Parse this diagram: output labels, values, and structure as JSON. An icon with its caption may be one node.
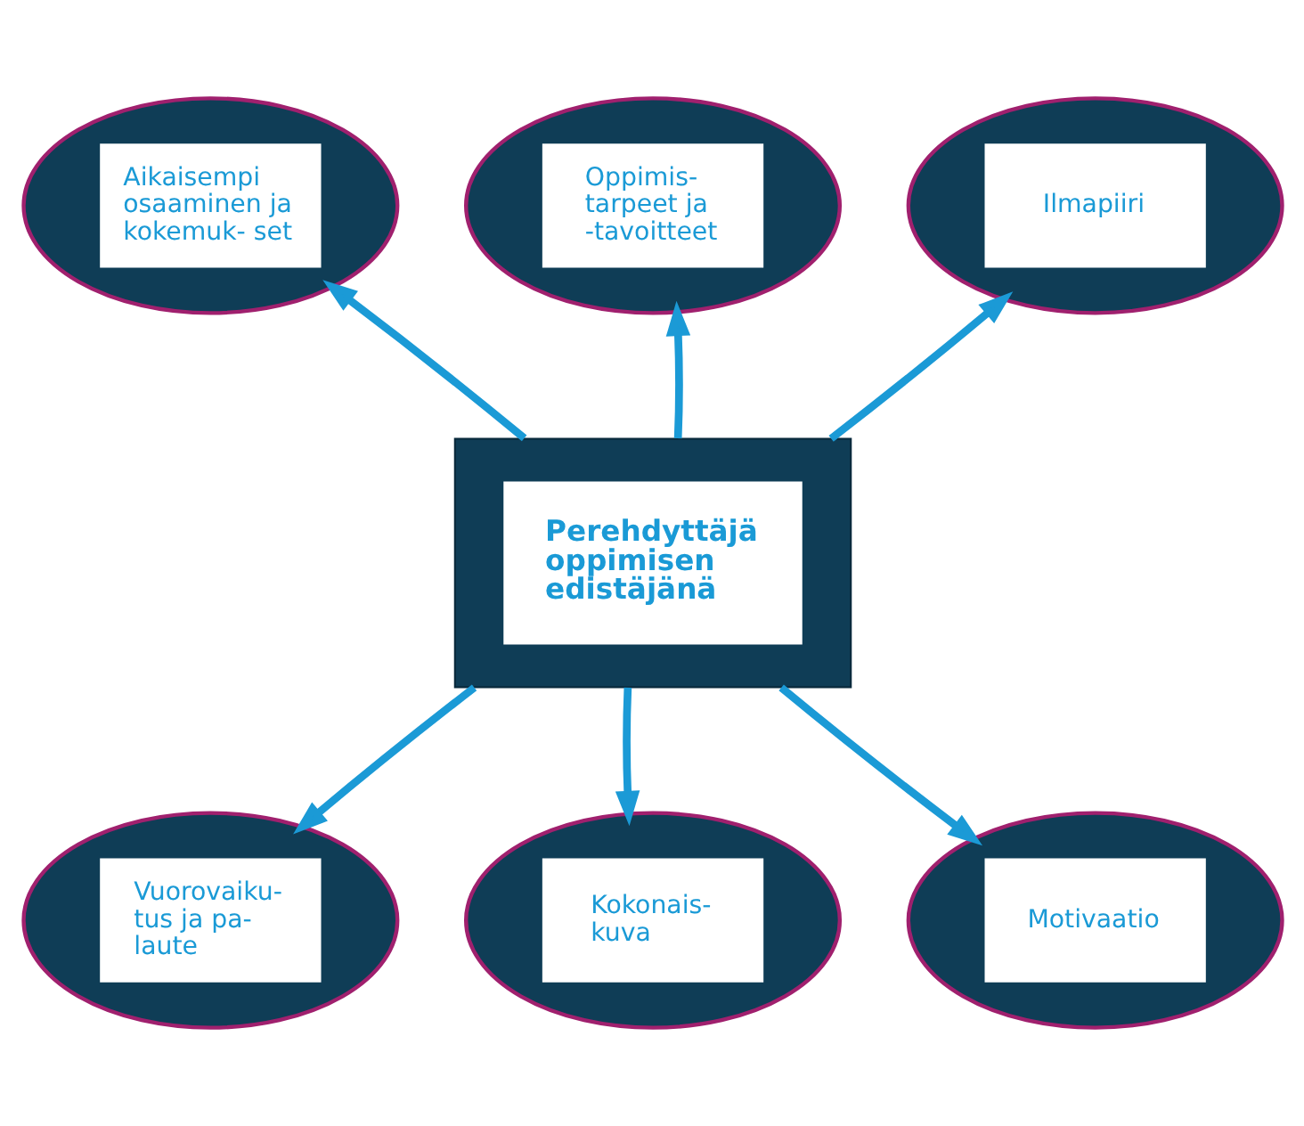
{
  "diagram": {
    "nodes": [
      {
        "text": [
          "Aikaisempi osaaminen ja kokemuk- set"
        ]
      },
      {
        "text": [
          "Oppimis- tarpeet ja -tavoitteet"
        ]
      },
      {
        "text": [
          "Ilmapiiri"
        ]
      },
      {
        "text": [
          "Perehdyttäjä oppimisen edistäjänä"
        ]
      },
      {
        "text": [
          "Vuorovaiku- tus ja pa- laute"
        ]
      },
      {
        "text": [
          "Kokonais- kuva"
        ]
      },
      {
        "text": [
          "Motivaatio"
        ]
      }
    ],
    "edges": [
      {
        "from": 3,
        "to": 0,
        "arrow": "to"
      },
      {
        "from": 3,
        "to": 1,
        "arrow": "to"
      },
      {
        "from": 3,
        "to": 2,
        "arrow": "to"
      },
      {
        "from": 3,
        "to": 4,
        "arrow": "to"
      },
      {
        "from": 3,
        "to": 5,
        "arrow": "to"
      },
      {
        "from": 3,
        "to": 6,
        "arrow": "to"
      }
    ]
  }
}
